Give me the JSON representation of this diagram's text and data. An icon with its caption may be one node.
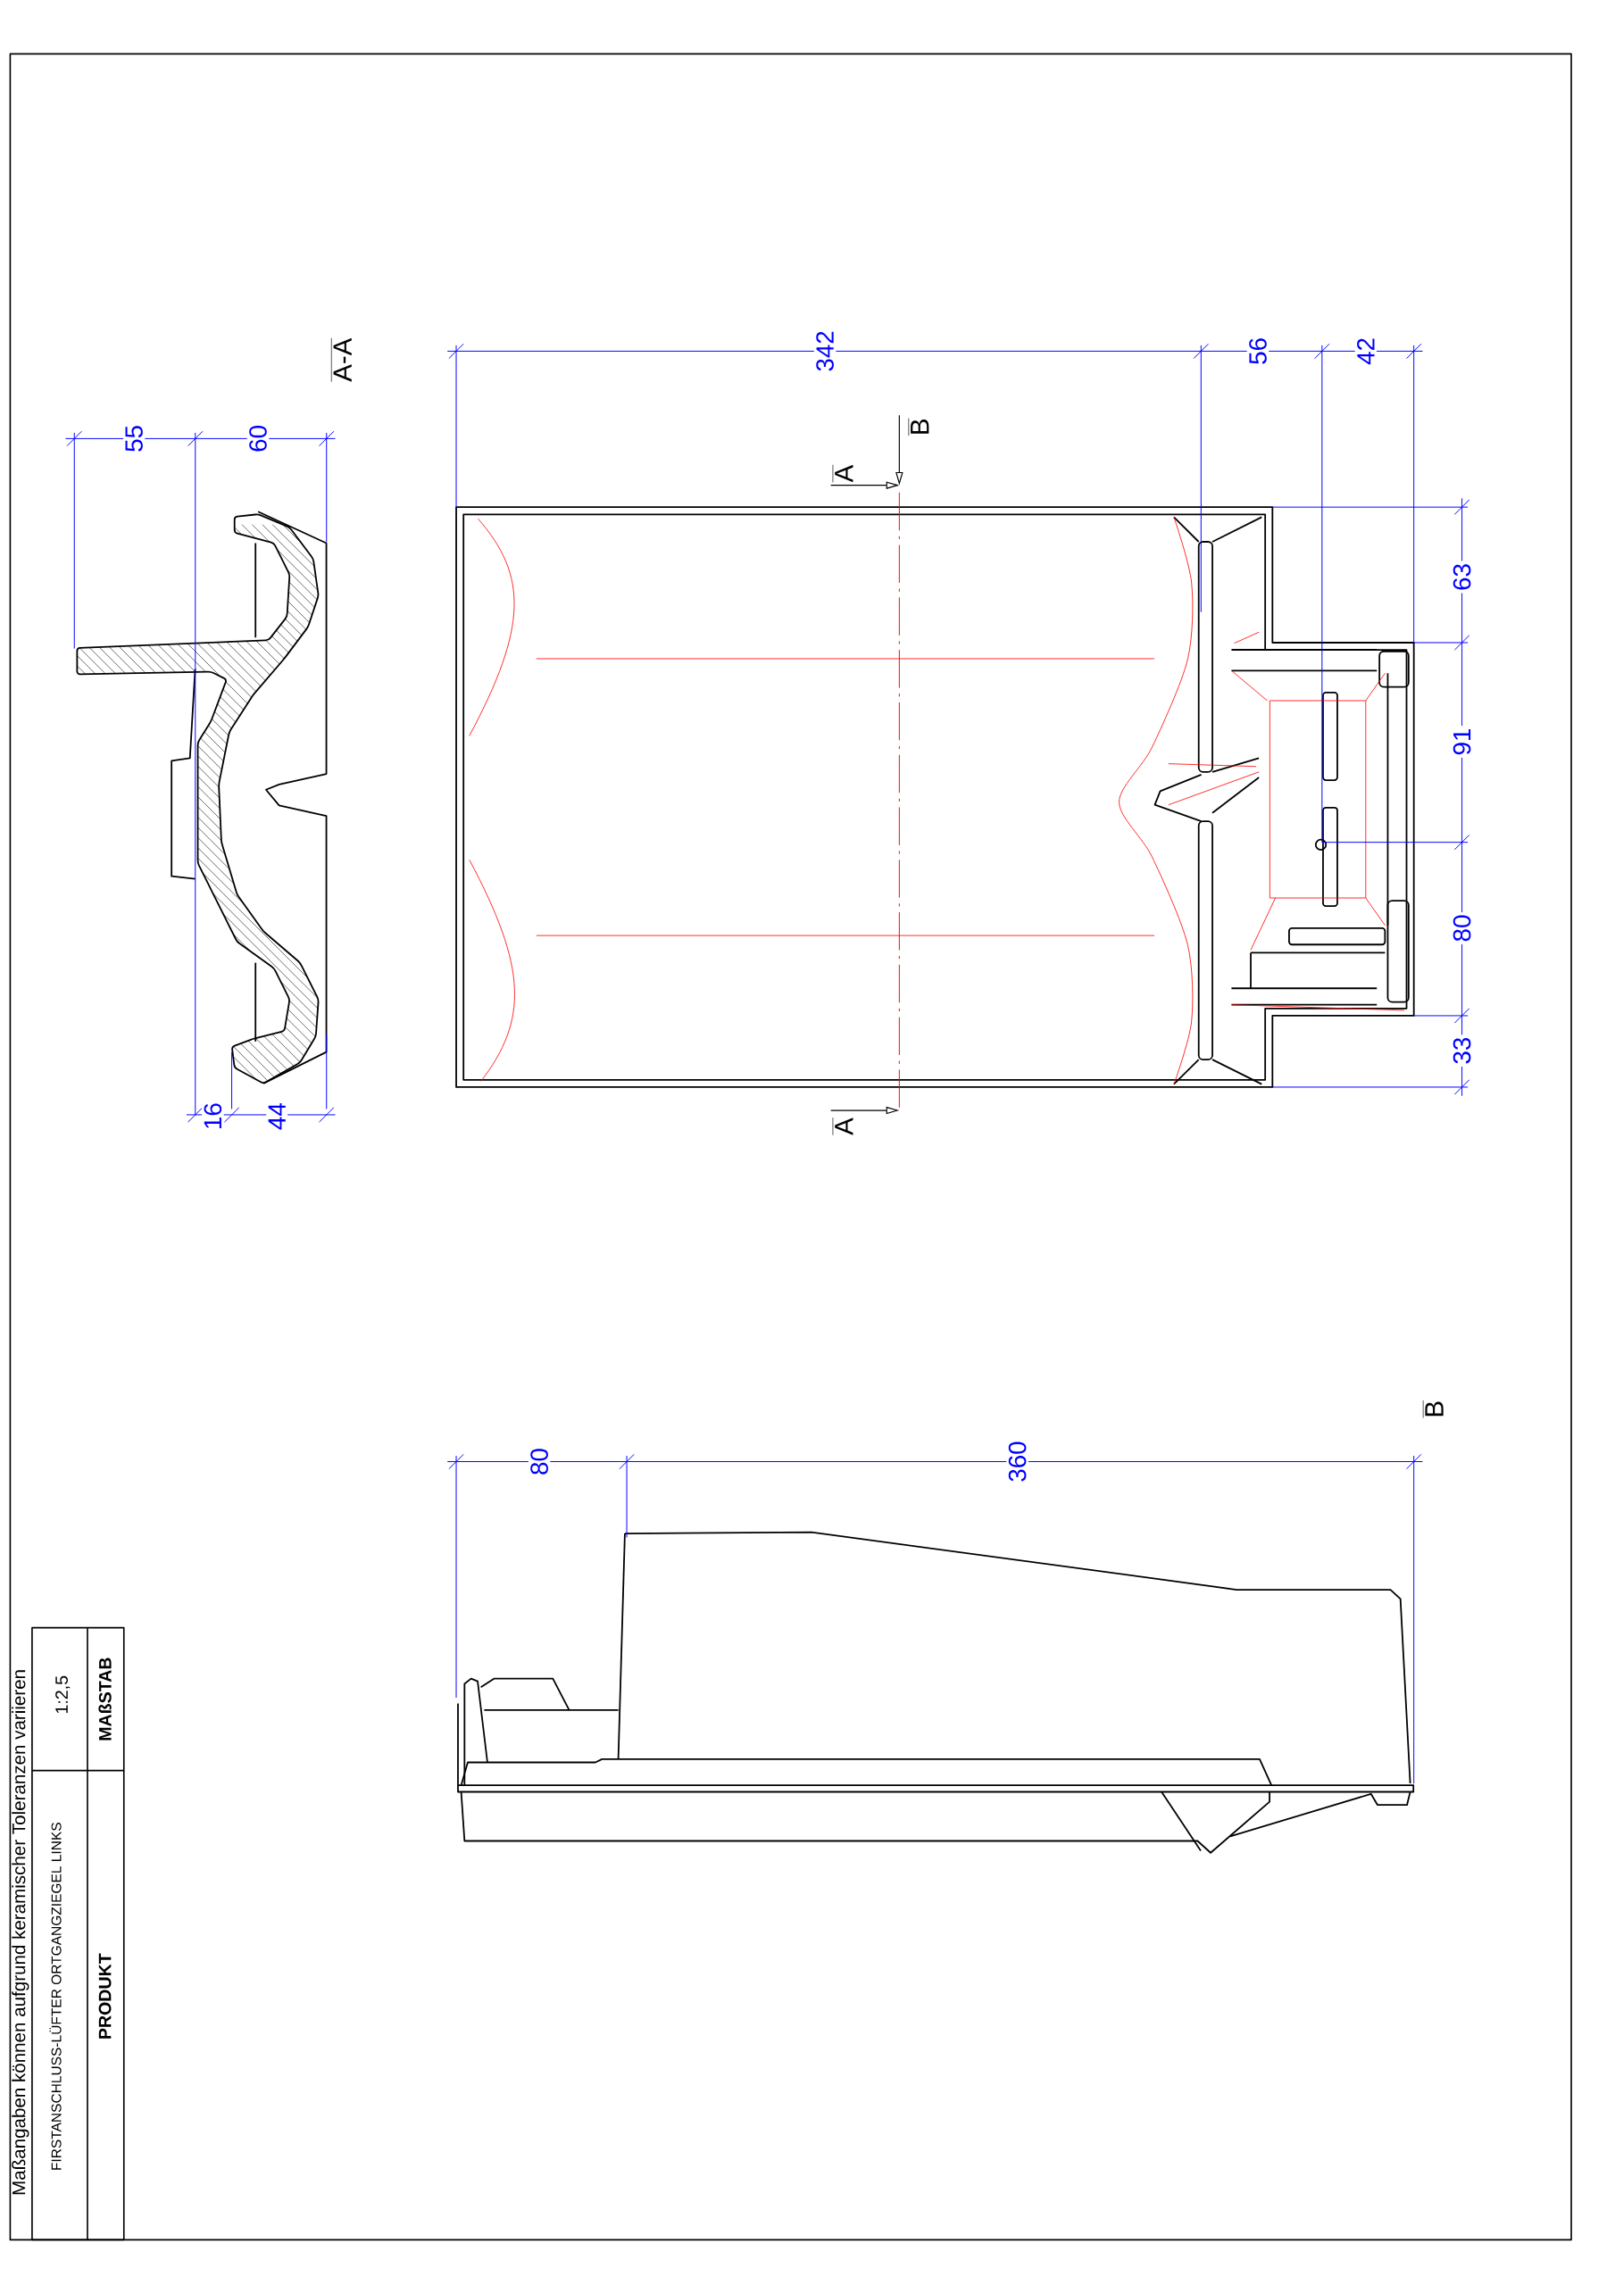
{
  "diagram": {
    "labels": [
      "A-A",
      "55",
      "60",
      "16",
      "44",
      "342",
      "56",
      "42",
      "B",
      "A",
      "A",
      "63",
      "91",
      "80",
      "33",
      "B",
      "80",
      "360",
      "MAßSTAB",
      "1:2,5",
      "PRODUKT",
      "FIRSTANSCHLUSS-LÜFTER ORTGANGZIEGEL LINKS",
      "Maßangaben können aufgrund keramischer Toleranzen variieren"
    ]
  }
}
